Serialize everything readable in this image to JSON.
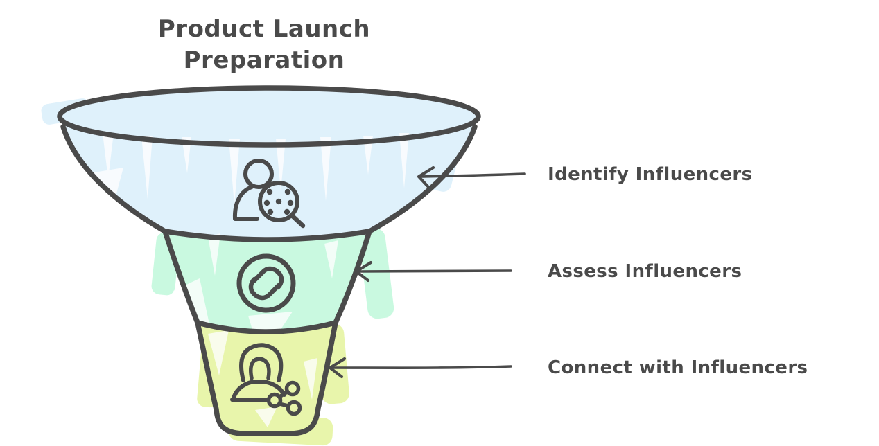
{
  "title": "Product Launch Preparation",
  "colors": {
    "outline": "#4a4a4a",
    "text": "#4a4a4a",
    "background": "#ffffff"
  },
  "funnel": {
    "stages": [
      {
        "label": "Identify Influencers",
        "fill": "#dff1fb",
        "icon": "person-search-icon"
      },
      {
        "label": "Assess Influencers",
        "fill": "#c9f9e0",
        "icon": "evaluate-loop-icon"
      },
      {
        "label": "Connect with Influencers",
        "fill": "#e8f5ab",
        "icon": "person-share-icon"
      }
    ]
  }
}
